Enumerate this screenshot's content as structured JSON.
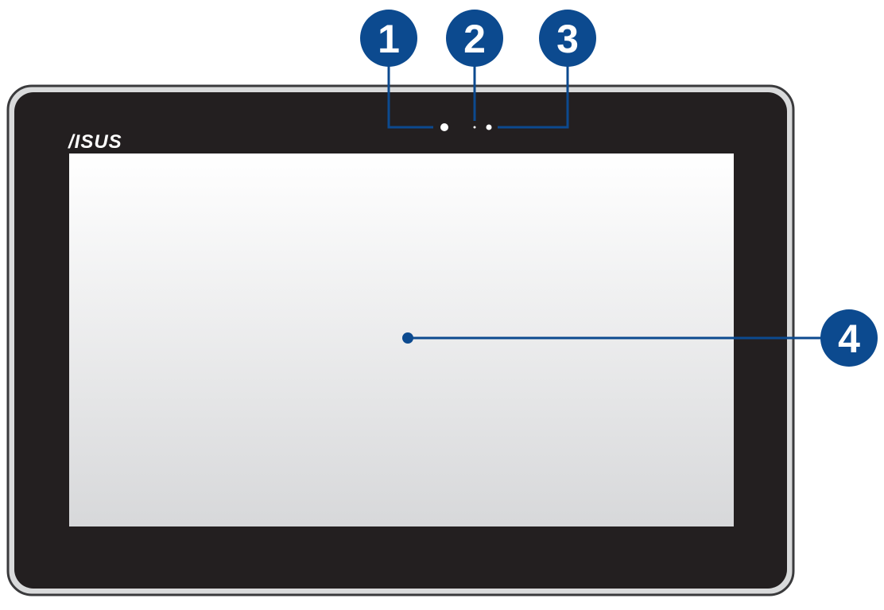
{
  "brand": {
    "logo_text": "/ISUS"
  },
  "colors": {
    "bezel": "#231f20",
    "bezel_outline": "#6d6e70",
    "callout_fill": "#0c4a8f",
    "callout_line": "#0c4a8f",
    "screen_top": "#ffffff",
    "screen_bottom": "#d7d8da"
  },
  "callouts": [
    {
      "number": "1",
      "target": "front-camera"
    },
    {
      "number": "2",
      "target": "microphone"
    },
    {
      "number": "3",
      "target": "light-sensor"
    },
    {
      "number": "4",
      "target": "touch-screen"
    }
  ]
}
